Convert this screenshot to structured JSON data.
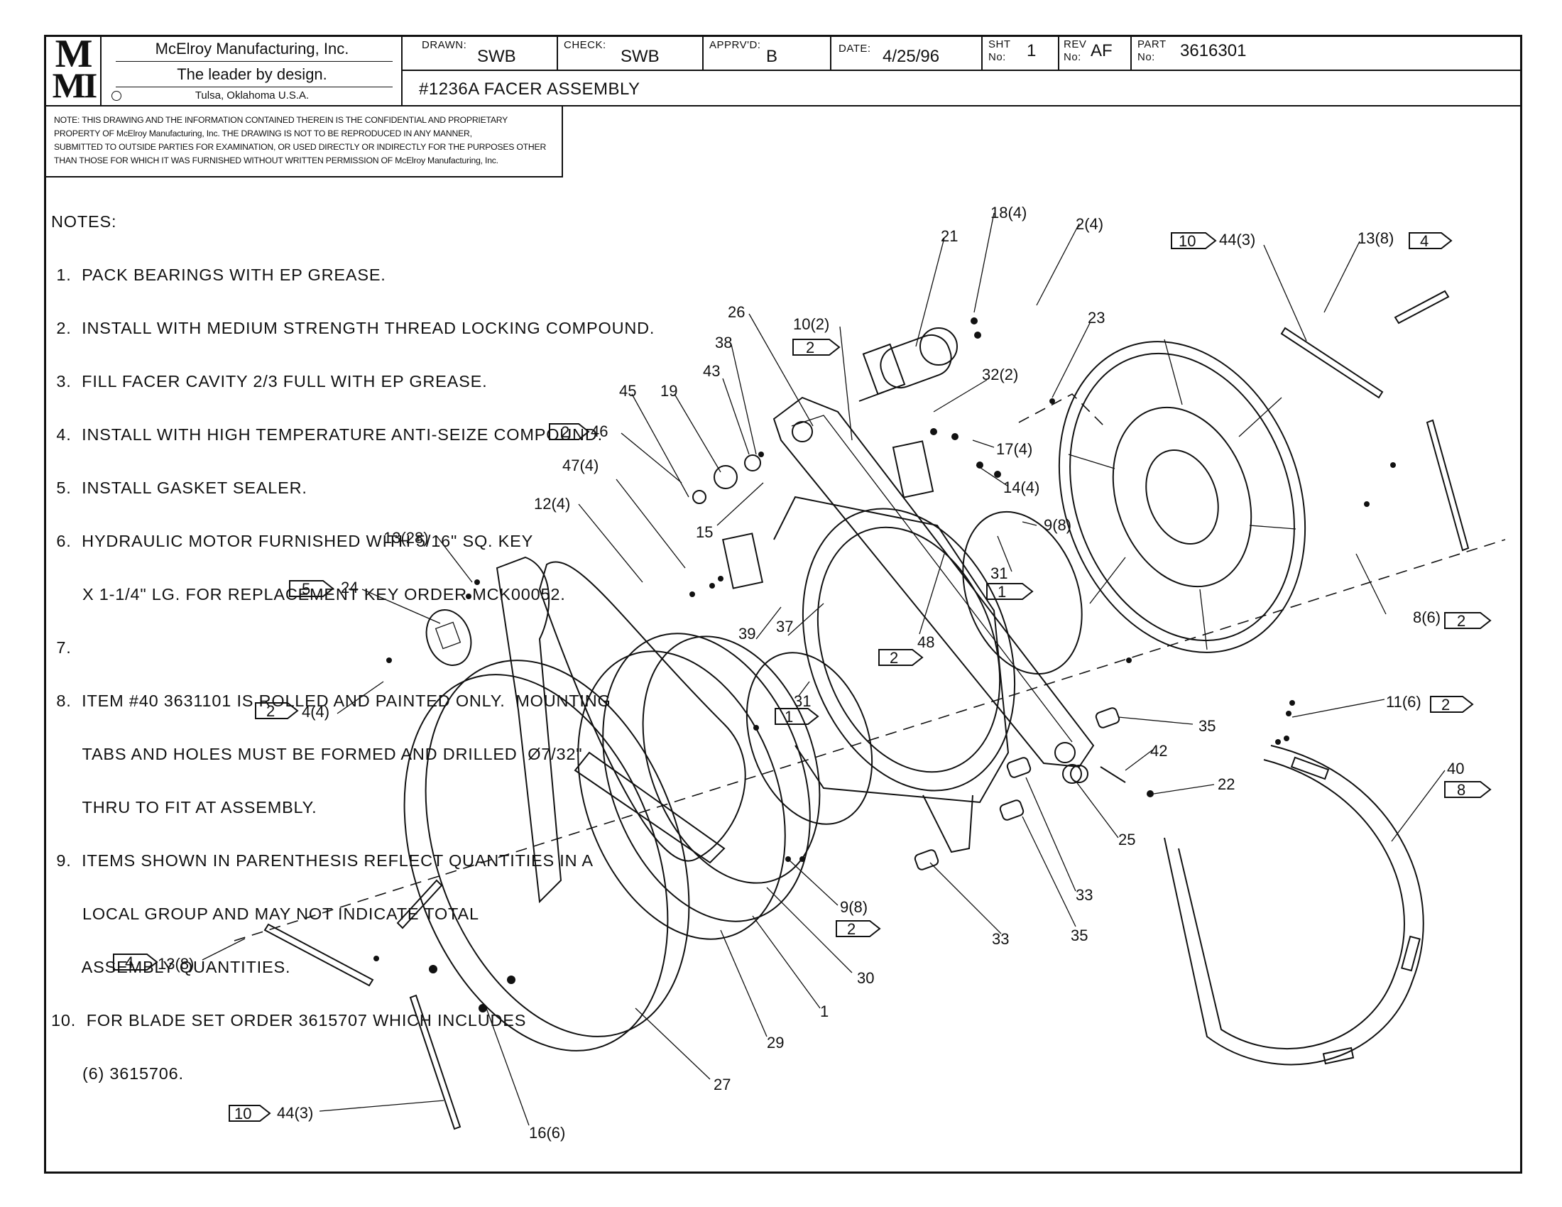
{
  "title_block": {
    "logo_top": "M",
    "logo_bottom": "MI",
    "company": "McElroy Manufacturing, Inc.",
    "tagline": "The leader by design.",
    "location": "Tulsa, Oklahoma U.S.A.",
    "drawn_label": "DRAWN:",
    "drawn": "SWB",
    "check_label": "CHECK:",
    "check": "SWB",
    "apprvd_label": "APPRV'D:",
    "apprvd": "B",
    "date_label": "DATE:",
    "date": "4/25/96",
    "sht_label_1": "SHT",
    "sht_label_2": "No:",
    "sht": "1",
    "rev_label_1": "REV",
    "rev_label_2": "No:",
    "rev": "AF",
    "part_label_1": "PART",
    "part_label_2": "No:",
    "part": "3616301",
    "drawing_title": "#1236A FACER ASSEMBLY"
  },
  "proprietary_note": [
    "NOTE: THIS DRAWING AND THE INFORMATION CONTAINED THEREIN IS THE CONFIDENTIAL AND PROPRIETARY",
    "PROPERTY OF McElroy Manufacturing, Inc. THE DRAWING IS NOT TO BE REPRODUCED IN ANY MANNER,",
    "SUBMITTED TO OUTSIDE PARTIES FOR EXAMINATION, OR USED DIRECTLY OR INDIRECTLY FOR THE PURPOSES OTHER",
    "THAN THOSE FOR WHICH IT WAS FURNISHED WITHOUT WRITTEN PERMISSION OF McElroy Manufacturing, Inc."
  ],
  "notes_heading": "NOTES:",
  "notes": [
    " 1.  PACK BEARINGS WITH EP GREASE.",
    " 2.  INSTALL WITH MEDIUM STRENGTH THREAD LOCKING COMPOUND.",
    " 3.  FILL FACER CAVITY 2/3 FULL WITH EP GREASE.",
    " 4.  INSTALL WITH HIGH TEMPERATURE ANTI-SEIZE COMPOUND.",
    " 5.  INSTALL GASKET SEALER.",
    " 6.  HYDRAULIC MOTOR FURNISHED WITH 5/16\" SQ. KEY",
    "      X 1-1/4\" LG. FOR REPLACEMENT KEY ORDER MCK00052.",
    " 7.",
    " 8.  ITEM #40 3631101 IS ROLLED AND PAINTED ONLY.  MOUNTING",
    "      TABS AND HOLES MUST BE FORMED AND DRILLED  Ø7/32\"",
    "      THRU TO FIT AT ASSEMBLY.",
    " 9.  ITEMS SHOWN IN PARENTHESIS REFLECT QUANTITIES IN A",
    "      LOCAL GROUP AND MAY NOT INDICATE TOTAL",
    "      ASSEMBLY QUANTITIES.",
    "10.  FOR BLADE SET ORDER 3615707 WHICH INCLUDES",
    "      (6) 3615706."
  ],
  "callouts": {
    "c21": "21",
    "c18": "18(4)",
    "c2": "2(4)",
    "c23": "23",
    "c44a": "44(3)",
    "c13a": "13(8)",
    "c26": "26",
    "c10": "10(2)",
    "c38": "38",
    "c32": "32(2)",
    "c17": "17(4)",
    "c14": "14(4)",
    "c9a": "9(8)",
    "c45": "45",
    "c19": "19",
    "c43": "43",
    "c46": "46",
    "c47": "47(4)",
    "c15": "15",
    "c12": "12(4)",
    "c13b": "13(28)",
    "c24": "24",
    "c31a": "31",
    "c8": "8(6)",
    "c39": "39",
    "c37": "37",
    "c48": "48",
    "c4": "4(4)",
    "c31b": "31",
    "c11": "11(6)",
    "c35a": "35",
    "c42": "42",
    "c40": "40",
    "c22": "22",
    "c25": "25",
    "c9b": "9(8)",
    "c33a": "33",
    "c33b": "33",
    "c35b": "35",
    "c30": "30",
    "c1": "1",
    "c13c": "13(8)",
    "c29": "29",
    "c27": "27",
    "c44b": "44(3)",
    "c16": "16(6)"
  },
  "note_flags": {
    "f10a": "10",
    "f4a": "4",
    "f2a": "2",
    "f2b": "2",
    "f5": "5",
    "f1a": "1",
    "f2c": "2",
    "f2d": "2",
    "f1b": "1",
    "f2e": "2",
    "f2f": "2",
    "f8": "8",
    "f2g": "2",
    "f4b": "4",
    "f10b": "10"
  }
}
